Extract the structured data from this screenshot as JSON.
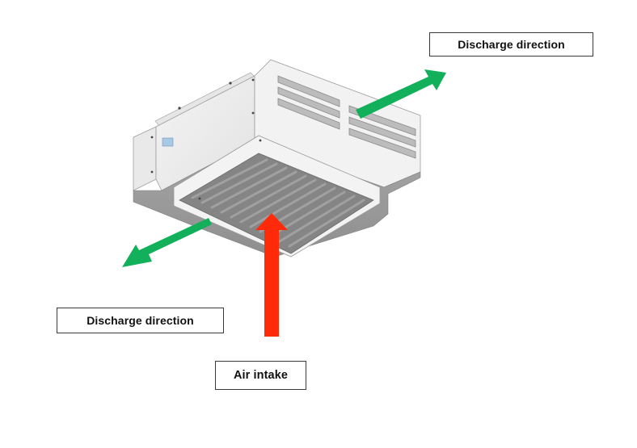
{
  "title": "Air flow diagram of ceiling-mounted unit",
  "labels": {
    "discharge_top": "Discharge direction",
    "discharge_left": "Discharge direction",
    "intake": "Air intake"
  },
  "arrows": [
    {
      "name": "discharge-arrow-top-right",
      "meaning": "Discharge direction",
      "color": "#12b05a"
    },
    {
      "name": "discharge-arrow-bottom-left",
      "meaning": "Discharge direction",
      "color": "#12b05a"
    },
    {
      "name": "intake-arrow",
      "meaning": "Air intake",
      "color": "#ff2a0a"
    }
  ],
  "colors": {
    "discharge": "#12b05a",
    "intake": "#ff2a0a",
    "unit_light": "#eeeeee",
    "unit_mid": "#cfcfcf",
    "unit_dark": "#9a9a9a",
    "grille": "#7d7d7d"
  }
}
